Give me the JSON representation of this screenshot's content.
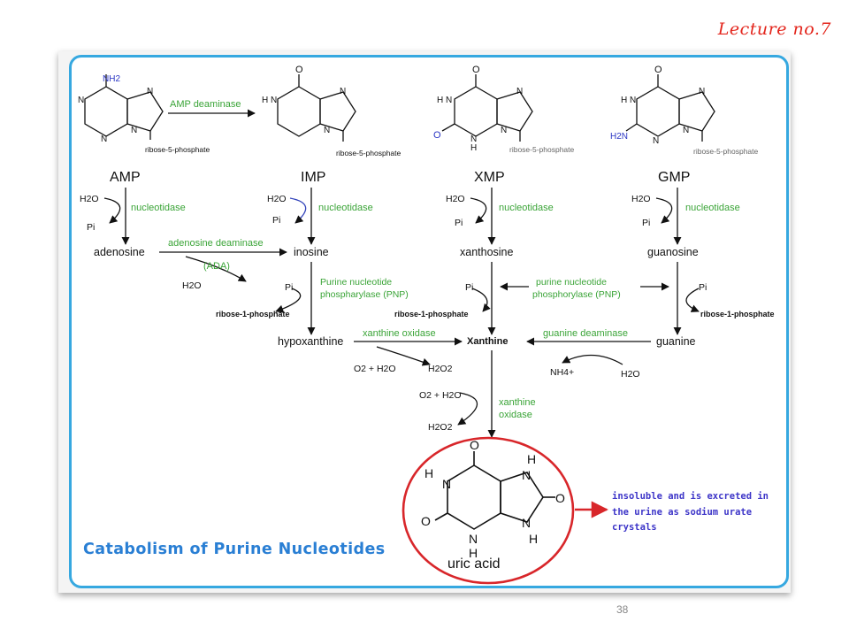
{
  "header": {
    "lecture": "Lecture no.7"
  },
  "nucleotides": [
    {
      "name": "AMP"
    },
    {
      "name": "IMP"
    },
    {
      "name": "XMP"
    },
    {
      "name": "GMP"
    }
  ],
  "structure_labels": {
    "ribose5": "ribose-5-phosphate",
    "ribose1": "ribose-1-phosphate",
    "NH2": "NH2",
    "H2N": "H2N",
    "O": "O",
    "N": "N",
    "H": "H"
  },
  "enzymes": {
    "amp_deaminase": "AMP deaminase",
    "nucleotidase": "nucleotidase",
    "adenosine_deaminase": "adenosine deaminase",
    "ada": "(ADA)",
    "pnp_left_1": "Purine nucleotide",
    "pnp_left_2": "phospharylase (PNP)",
    "pnp_right_1": "purine nucleotide",
    "pnp_right_2": "phosphorylase (PNP)",
    "xanthine_oxidase": "xanthine oxidase",
    "guanine_deaminase": "guanine deaminase",
    "xanthine_oxidase_2a": "xanthine",
    "xanthine_oxidase_2b": "oxidase"
  },
  "compounds": {
    "adenosine": "adenosine",
    "inosine": "inosine",
    "xanthosine": "xanthosine",
    "guanosine": "guanosine",
    "hypoxanthine": "hypoxanthine",
    "xanthine": "Xanthine",
    "guanine": "guanine",
    "uric_acid": "uric acid"
  },
  "reagents": {
    "h2o": "H2O",
    "pi": "Pi",
    "o2_h2o": "O2 + H2O",
    "h2o2": "H2O2",
    "nh4": "NH4+"
  },
  "title": "Catabolism of Purine Nucleotides",
  "note": "insoluble and is excreted in the urine as sodium urate crystals",
  "page_number": "38",
  "colors": {
    "enzyme": "#3aa437",
    "title": "#2a7fd4",
    "frame": "#36a8e0",
    "lecture": "#e3241b",
    "highlight": "#d8262a",
    "note": "#3d35c8"
  }
}
